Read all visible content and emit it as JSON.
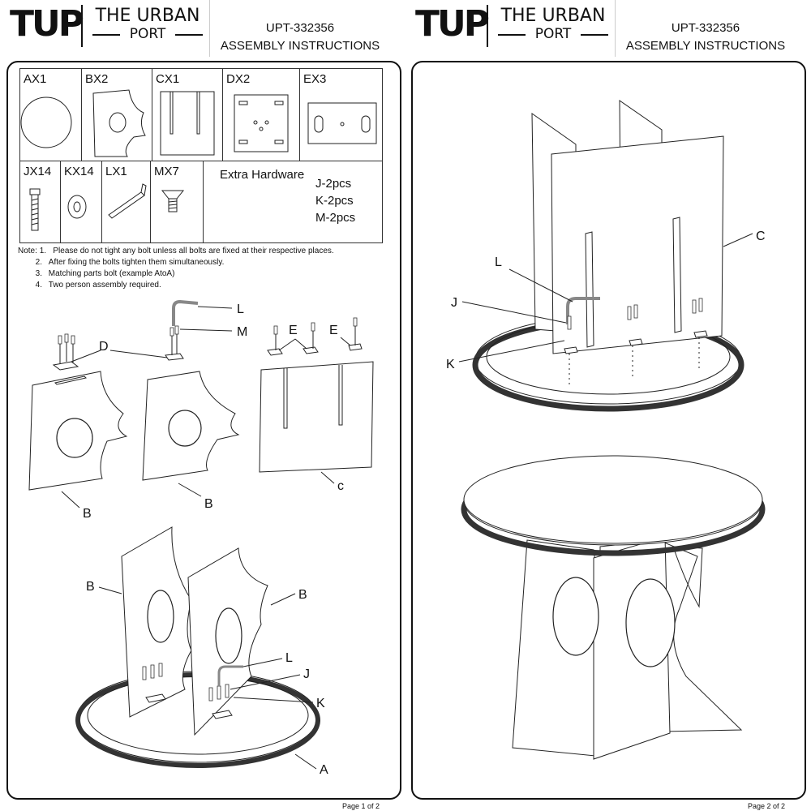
{
  "brand": {
    "mark": "TUP",
    "line1": "THE URBAN",
    "line2": "PORT"
  },
  "doc": {
    "code": "UPT-332356",
    "title": "ASSEMBLY INSTRUCTIONS"
  },
  "parts": [
    {
      "id": "AX1"
    },
    {
      "id": "BX2"
    },
    {
      "id": "CX1"
    },
    {
      "id": "DX2"
    },
    {
      "id": "EX3"
    },
    {
      "id": "JX14"
    },
    {
      "id": "KX14"
    },
    {
      "id": "LX1"
    },
    {
      "id": "MX7"
    }
  ],
  "extra_hardware": {
    "title": "Extra Hardware",
    "items": [
      "J-2pcs",
      "K-2pcs",
      "M-2pcs"
    ]
  },
  "notes": {
    "prefix": "Note:",
    "items": [
      {
        "num": "1.",
        "text": "Please do not tight any bolt unless all bolts are fixed at their respective places."
      },
      {
        "num": "2.",
        "text": "After fixing the bolts tighten them simultaneously."
      },
      {
        "num": "3.",
        "text": "Matching parts bolt (example AtoA)"
      },
      {
        "num": "4.",
        "text": "Two person assembly required."
      }
    ]
  },
  "callouts": {
    "D": "D",
    "L": "L",
    "M": "M",
    "E": "E",
    "B": "B",
    "c": "c",
    "C": "C",
    "J": "J",
    "K": "K",
    "A": "A"
  },
  "pages": {
    "p1": "Page 1 of 2",
    "p2": "Page 2 of 2"
  }
}
